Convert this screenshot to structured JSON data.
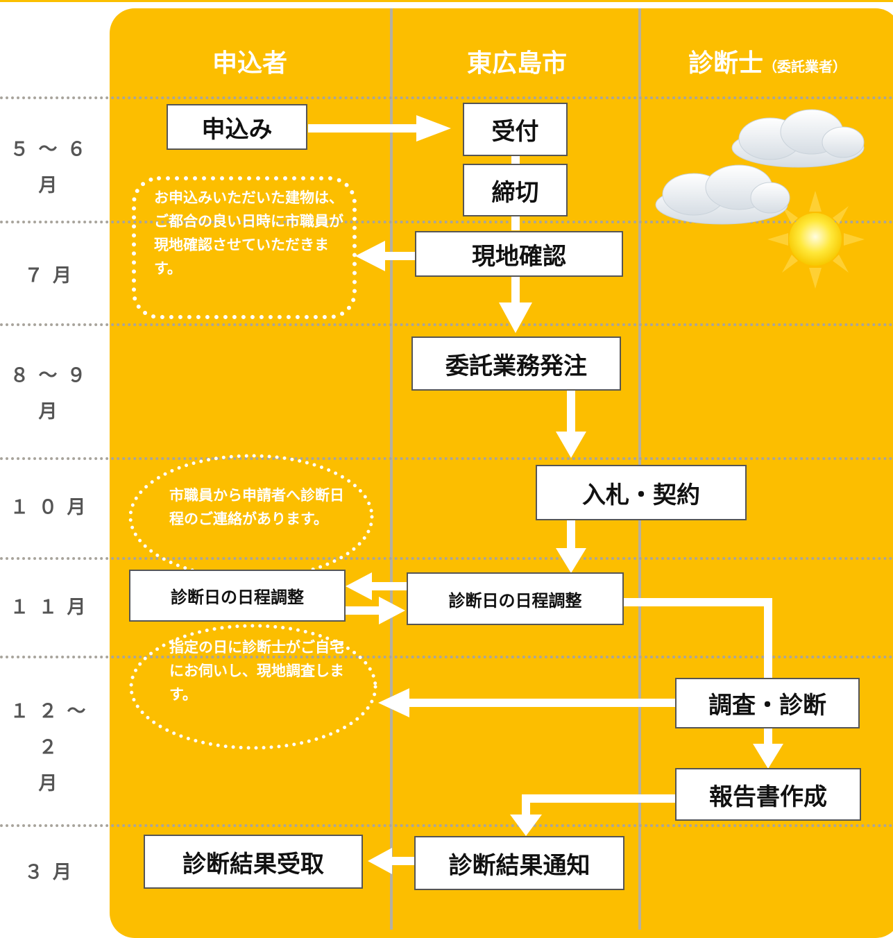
{
  "columns": {
    "applicant": "申込者",
    "city": "東広島市",
    "diagnostician_main": "診断士",
    "diagnostician_sub": "（委託業者）"
  },
  "months": [
    "５～６\n月",
    "７月",
    "８～９\n月",
    "１０月",
    "１１月",
    "１２～２\n月",
    "３月"
  ],
  "steps": {
    "apply": "申込み",
    "receive": "受付",
    "deadline": "締切",
    "site_check": "現地確認",
    "order": "委託業務発注",
    "bid": "入札・契約",
    "schedule_applicant": "診断日の日程調整",
    "schedule_city": "診断日の日程調整",
    "survey": "調査・診断",
    "report": "報告書作成",
    "notify": "診断結果通知",
    "receive_result": "診断結果受取"
  },
  "notes": {
    "site_check_note": "お申込みいただいた建物は、ご都合の良い日時に市職員が現地確認させていただきます。",
    "contact_note": "市職員から申請者へ診断日程のご連絡があります。",
    "survey_note": "指定の日に診断士がご自宅にお伺いし、現地調査します。"
  },
  "colors": {
    "panel": "#fcbe00",
    "arrow": "#ffffff",
    "divider": "#b6b0a0",
    "box_border": "#555555"
  },
  "icons": [
    "cloud-icon",
    "cloud-icon",
    "sun-icon"
  ]
}
